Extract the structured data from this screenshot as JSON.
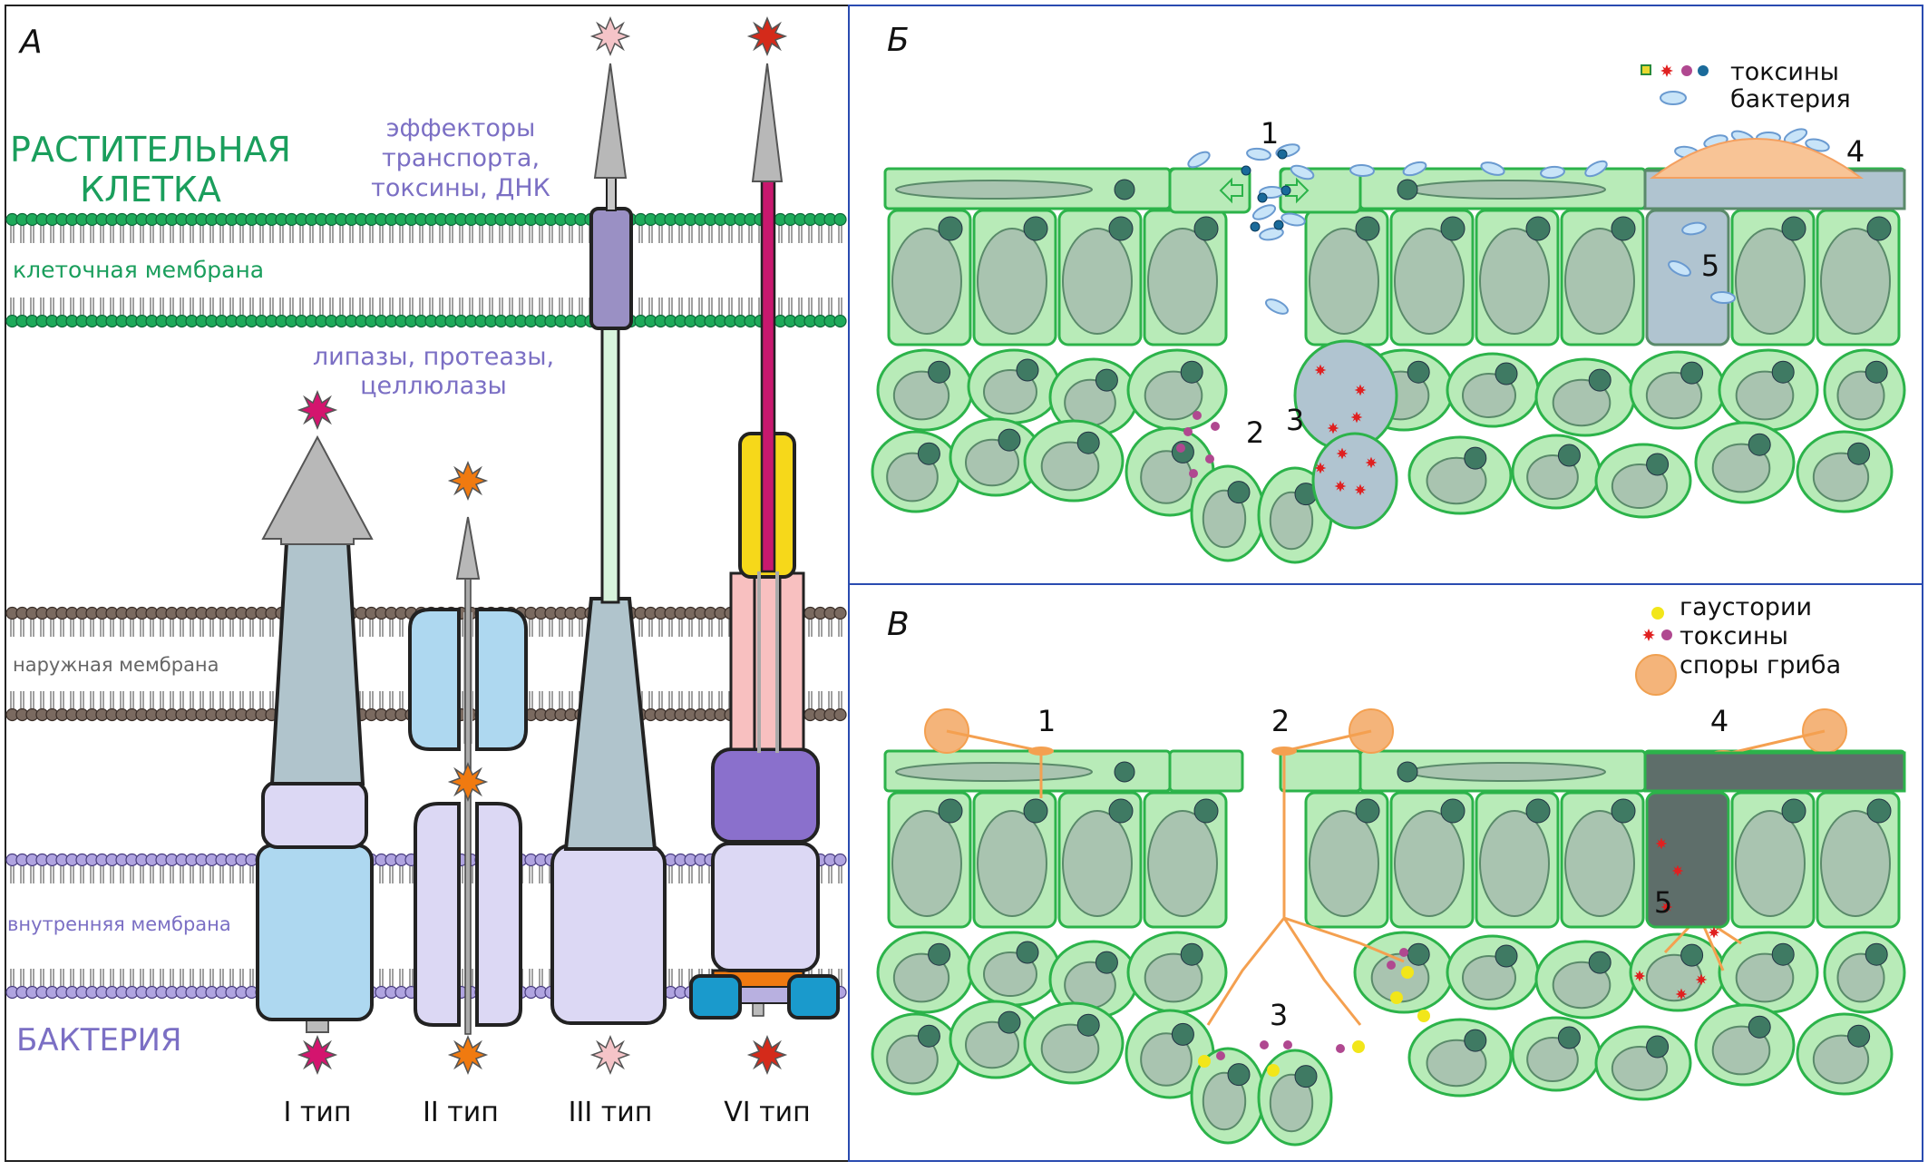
{
  "panel_a": {
    "letter": "А",
    "plant_title_1": "РАСТИТЕЛЬНАЯ",
    "plant_title_2": "КЛЕТКА",
    "cell_membrane": "клеточная мембрана",
    "effectors_1": "эффекторы",
    "effectors_2": "транспорта,",
    "effectors_3": "токсины, ДНК",
    "enzymes_1": "липазы, протеазы,",
    "enzymes_2": "целлюлазы",
    "outer_membrane": "наружная мембрана",
    "inner_membrane": "внутренняя мембрана",
    "bacterium": "БАКТЕРИЯ",
    "types": [
      "I тип",
      "II тип",
      "III тип",
      "VI тип"
    ]
  },
  "panel_b": {
    "letter": "Б",
    "legend": {
      "toxins": "токсины",
      "bacterium": "бактерия"
    },
    "numbers": [
      "1",
      "2",
      "3",
      "4",
      "5"
    ]
  },
  "panel_c": {
    "letter": "В",
    "legend": {
      "haustoria": "гаустории",
      "toxins": "токсины",
      "spores": "споры гриба"
    },
    "numbers": [
      "1",
      "2",
      "3",
      "4",
      "5"
    ]
  },
  "colors": {
    "plant_green": "#1a9e5c",
    "bacteria_purple": "#7b6fc4",
    "cell_fill": "#b8ebb8",
    "cell_stroke": "#2cb34a",
    "nucleus": "#3f7a63",
    "vacuole": "#a9c4b0",
    "fungus_orange": "#f4b47a",
    "panel_border_blue": "#2a4bb0"
  }
}
